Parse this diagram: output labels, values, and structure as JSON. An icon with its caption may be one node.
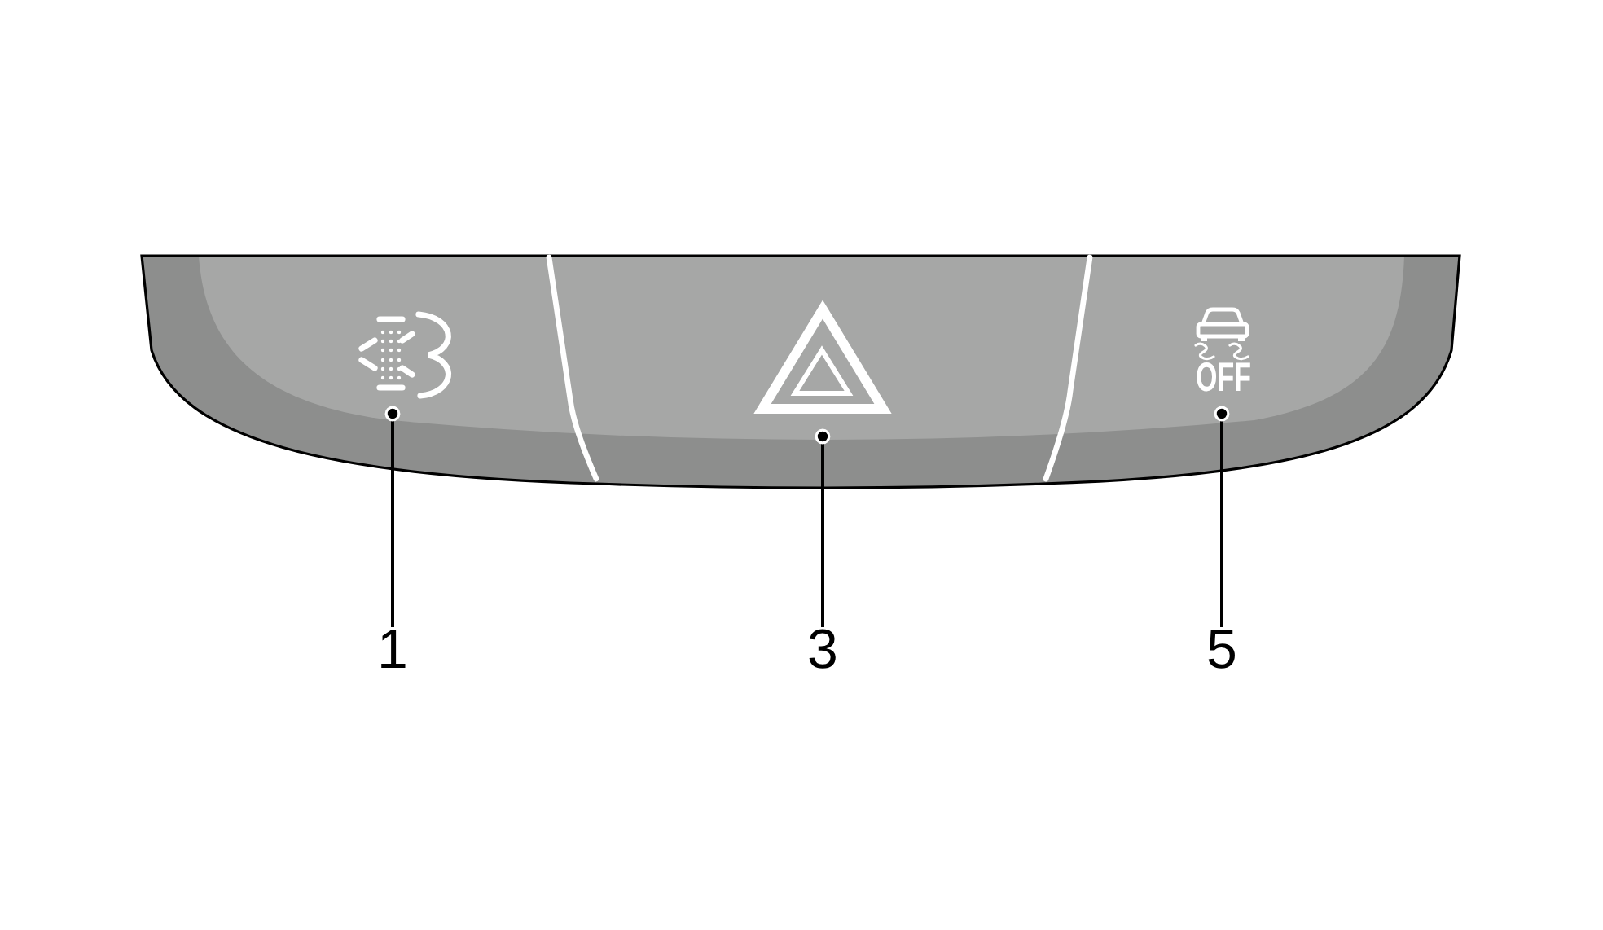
{
  "diagram": {
    "nodes": [
      {
        "text": [],
        "shape": "box"
      },
      {
        "text": [],
        "shape": "box"
      },
      {
        "text": [
          "OFF"
        ]
      },
      {
        "text": [
          "1"
        ]
      },
      {
        "text": [
          "3"
        ]
      },
      {
        "text": [
          "5"
        ]
      }
    ],
    "edges": [
      {
        "from": 3,
        "to": 0,
        "arrow": "other"
      },
      {
        "from": 4,
        "to": 1,
        "arrow": "other"
      },
      {
        "from": 5,
        "to": 2,
        "arrow": "other"
      }
    ]
  }
}
